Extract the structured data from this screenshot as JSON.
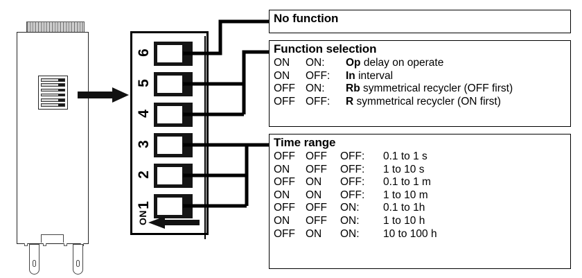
{
  "device": {
    "name": "timer-relay-module",
    "dip_rows": 6
  },
  "dip_switch": {
    "on_label": "ON",
    "arrow_name": "on-direction-arrow",
    "switches": [
      {
        "number": "6",
        "state": "OFF"
      },
      {
        "number": "5",
        "state": "OFF"
      },
      {
        "number": "4",
        "state": "OFF"
      },
      {
        "number": "3",
        "state": "OFF"
      },
      {
        "number": "2",
        "state": "OFF"
      },
      {
        "number": "1",
        "state": "OFF"
      }
    ]
  },
  "boxes": {
    "no_function": {
      "title": "No function"
    },
    "function_selection": {
      "title": "Function selection",
      "rows": [
        {
          "c1": "ON",
          "c2": "ON:",
          "code": "Op",
          "desc": " delay on operate"
        },
        {
          "c1": "ON",
          "c2": "OFF:",
          "code": "In",
          "desc": " interval"
        },
        {
          "c1": "OFF",
          "c2": "ON:",
          "code": "Rb",
          "desc": " symmetrical recycler (OFF first)"
        },
        {
          "c1": "OFF",
          "c2": "OFF:",
          "code": "R",
          "desc": " symmetrical recycler (ON first)"
        }
      ]
    },
    "time_range": {
      "title": "Time range",
      "rows": [
        {
          "c1": "OFF",
          "c2": "OFF",
          "c3": "OFF:",
          "value": "0.1 to 1 s"
        },
        {
          "c1": "ON",
          "c2": "OFF",
          "c3": "OFF:",
          "value": "1 to 10 s"
        },
        {
          "c1": "OFF",
          "c2": "ON",
          "c3": "OFF:",
          "value": "0.1 to 1 m"
        },
        {
          "c1": "ON",
          "c2": "ON",
          "c3": "OFF:",
          "value": "1 to 10 m"
        },
        {
          "c1": "OFF",
          "c2": "OFF",
          "c3": "ON:",
          "value": "0.1 to 1h"
        },
        {
          "c1": "ON",
          "c2": "OFF",
          "c3": "ON:",
          "value": "1 to 10 h"
        },
        {
          "c1": "OFF",
          "c2": "ON",
          "c3": "ON:",
          "value": "10 to 100 h"
        }
      ]
    }
  },
  "colors": {
    "line": "#000000",
    "switch_body": "#151515",
    "slider": "#ffffff",
    "background": "#ffffff"
  }
}
